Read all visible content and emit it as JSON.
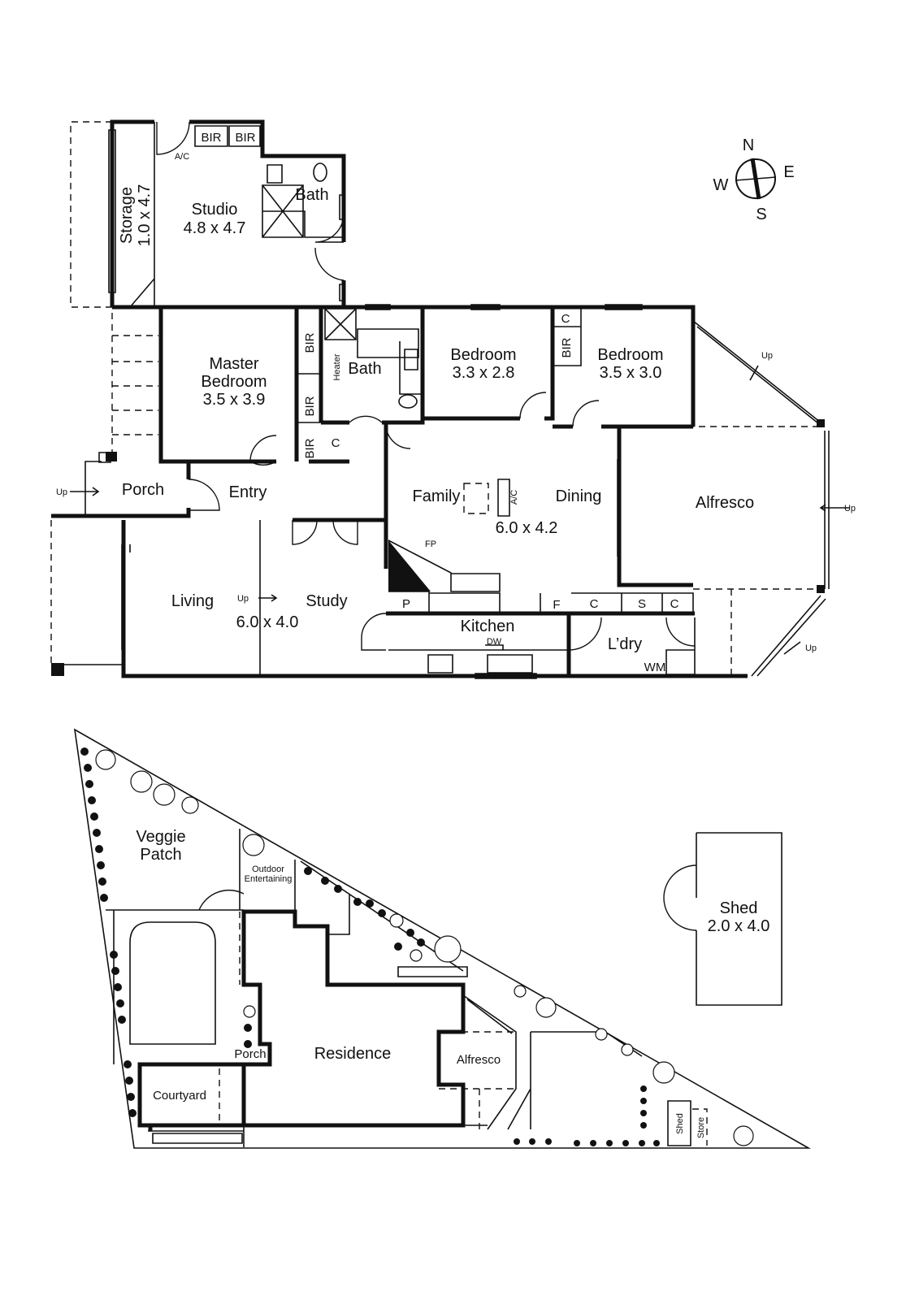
{
  "compass": {
    "n": "N",
    "e": "E",
    "s": "S",
    "w": "W"
  },
  "upper_plan": {
    "rooms": {
      "storage": {
        "name": "Storage",
        "size": "1.0 x 4.7"
      },
      "studio": {
        "name": "Studio",
        "size": "4.8 x 4.7"
      },
      "studio_bath": "Bath",
      "studio_bir_1": "BIR",
      "studio_bir_2": "BIR",
      "studio_ac": "A/C",
      "master": {
        "name_1": "Master",
        "name_2": "Bedroom",
        "size": "3.5 x 3.9"
      },
      "master_bir_1": "BIR",
      "master_bir_2": "BIR",
      "master_bir_3": "BIR",
      "linen_c": "C",
      "bath": "Bath",
      "heater": "Heater",
      "bedroom2": {
        "name": "Bedroom",
        "size": "3.3 x 2.8"
      },
      "bedroom3": {
        "name": "Bedroom",
        "size": "3.5 x 3.0"
      },
      "bedroom3_c": "C",
      "bedroom3_bir": "BIR",
      "porch": "Porch",
      "entry": "Entry",
      "family": "Family",
      "family_ac": "A/C",
      "dining": "Dining",
      "family_size": "6.0 x 4.2",
      "fp": "FP",
      "alfresco": "Alfresco",
      "living": "Living",
      "study": "Study",
      "living_size": "6.0 x 4.0",
      "pantry": "P",
      "kitchen": "Kitchen",
      "dw": "DW",
      "fridge": "F",
      "cupboard_1": "C",
      "sink_s": "S",
      "cupboard_2": "C",
      "laundry": "L’dry",
      "wm": "WM"
    },
    "up_labels": [
      "Up",
      "Up",
      "Up",
      "Up",
      "Up"
    ]
  },
  "site_plan": {
    "veggie_1": "Veggie",
    "veggie_2": "Patch",
    "outdoor_1": "Outdoor",
    "outdoor_2": "Entertaining",
    "residence": "Residence",
    "porch": "Porch",
    "alfresco": "Alfresco",
    "courtyard": "Courtyard",
    "shed_small": "Shed",
    "store": "Store"
  },
  "shed": {
    "name": "Shed",
    "size": "2.0 x 4.0"
  }
}
